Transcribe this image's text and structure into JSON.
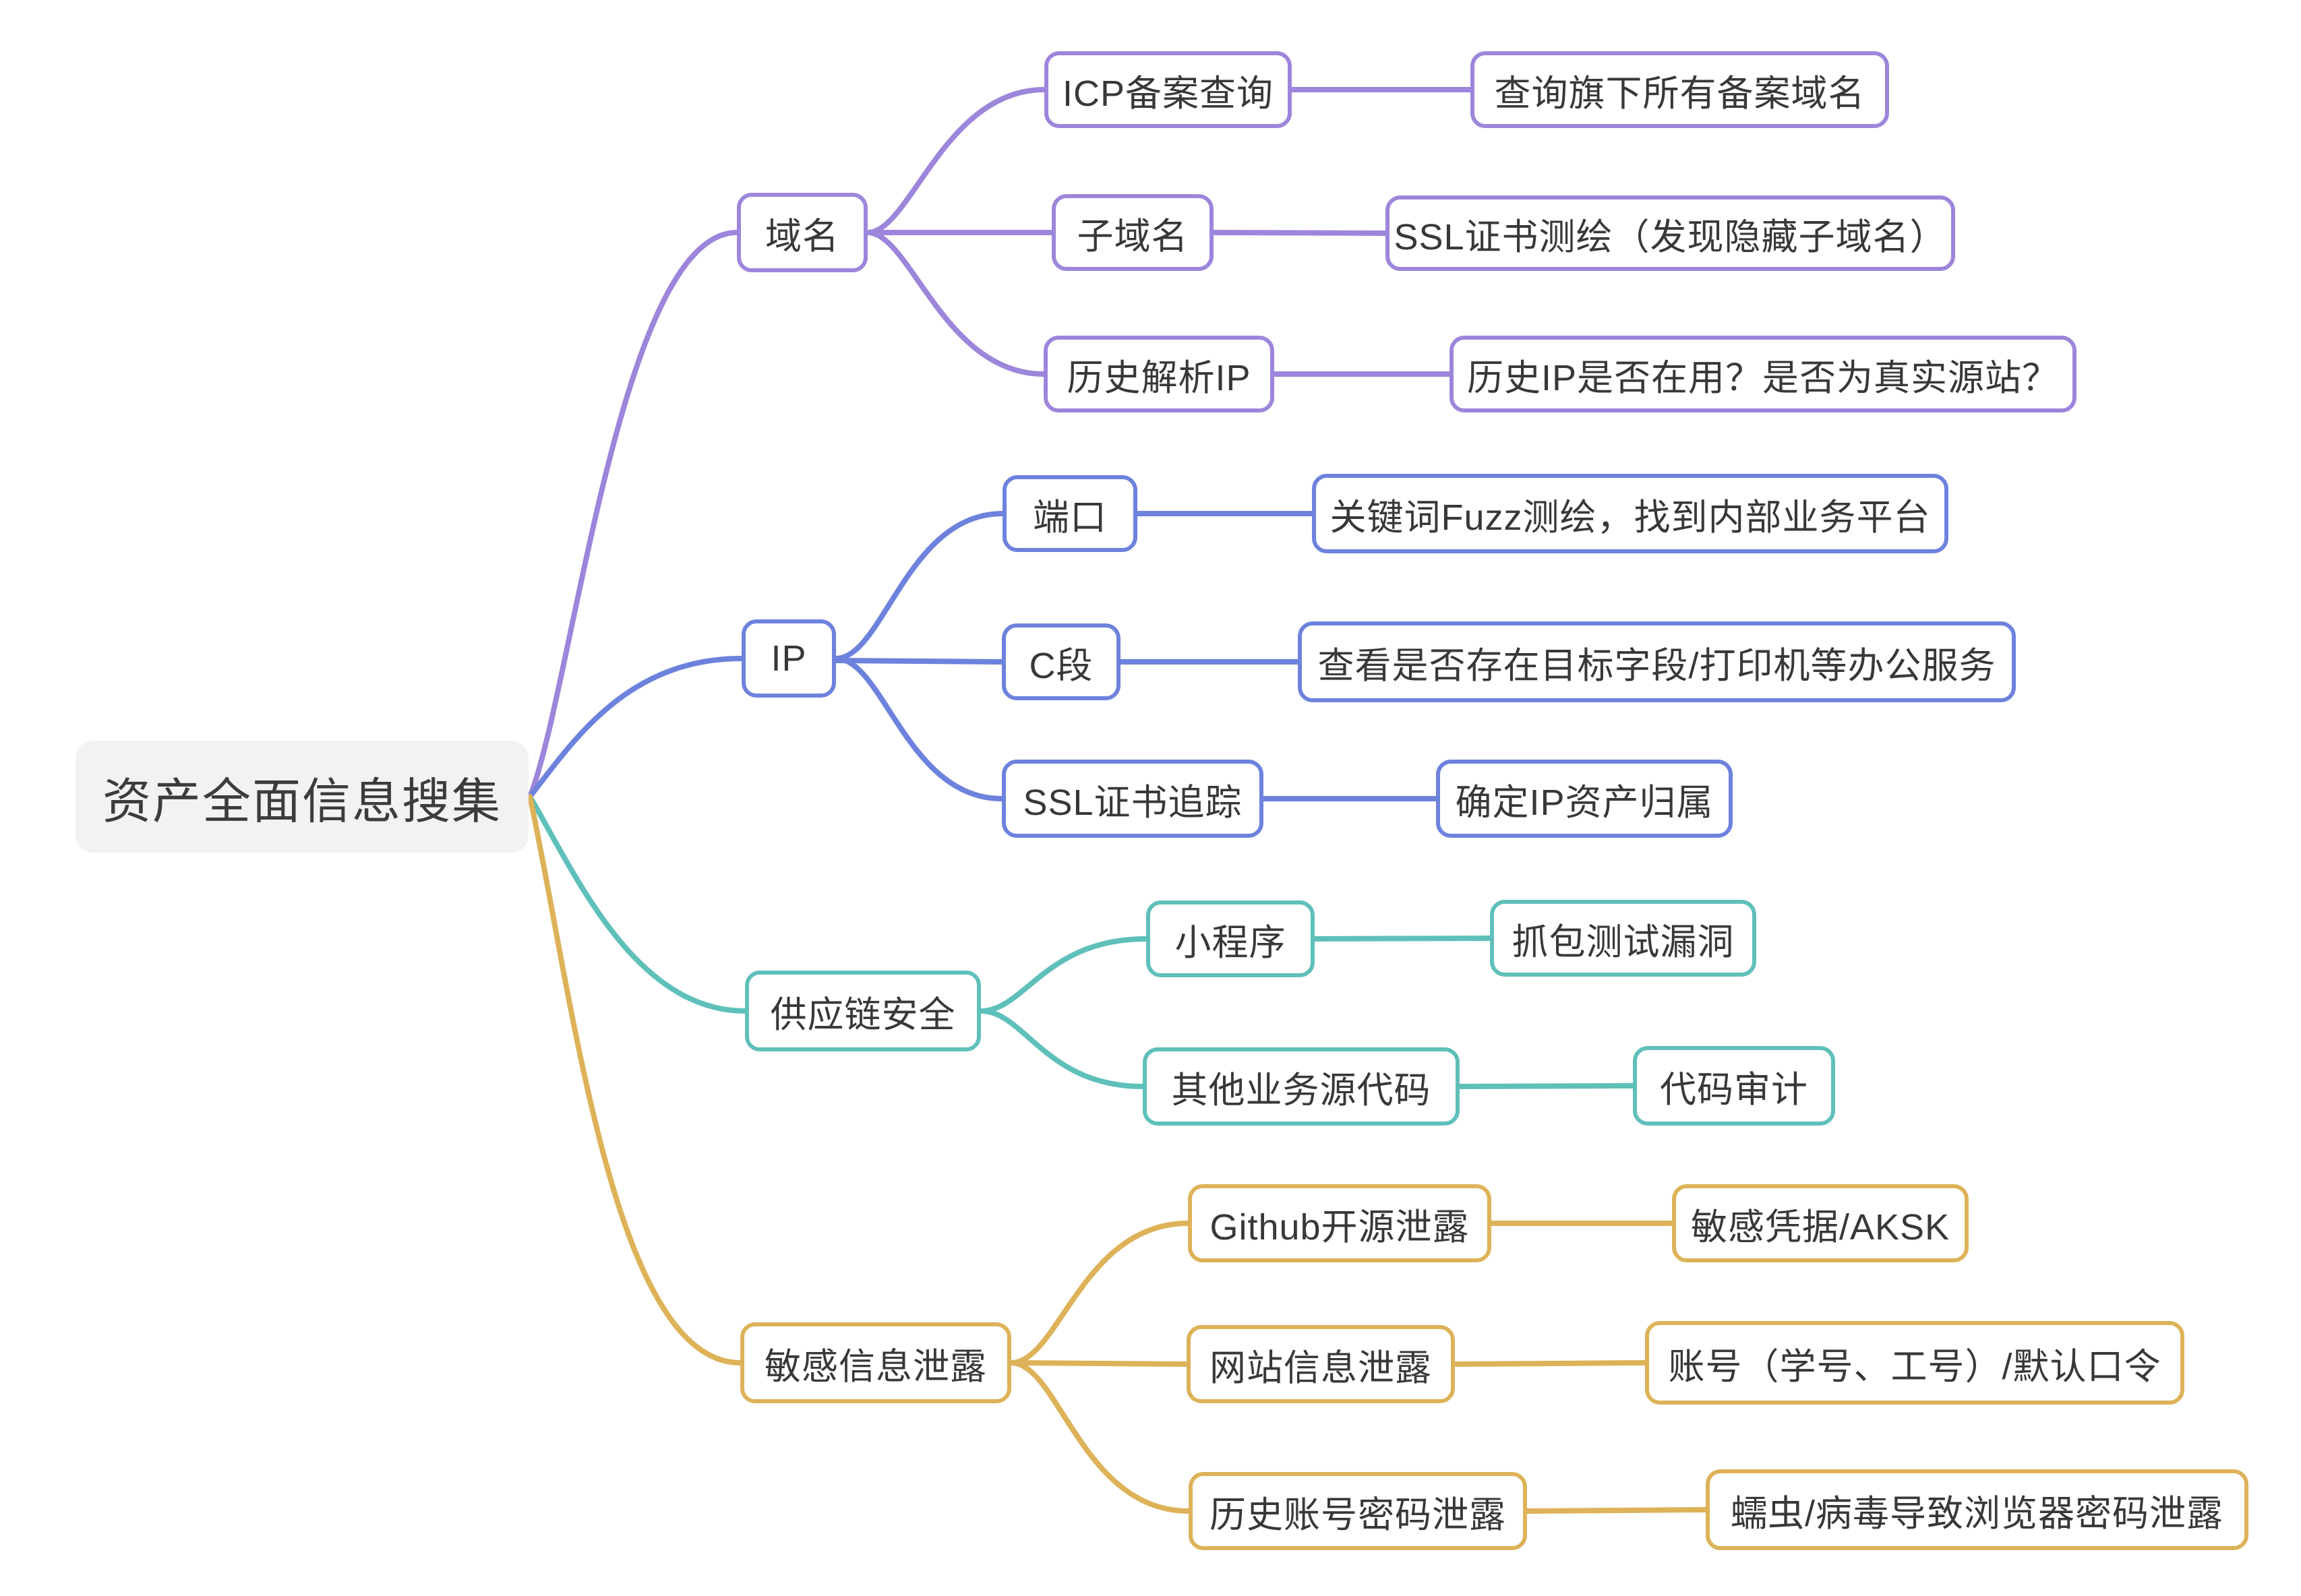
{
  "root": {
    "label": "资产全面信息搜集",
    "background": "#f2f2f2",
    "text_color": "#3c3c3c"
  },
  "branches": [
    {
      "label": "域名",
      "color": "#9d85db",
      "children": [
        {
          "label": "ICP备案查询",
          "leaf": "查询旗下所有备案域名"
        },
        {
          "label": "子域名",
          "leaf": "SSL证书测绘（发现隐藏子域名）"
        },
        {
          "label": "历史解析IP",
          "leaf": "历史IP是否在用？是否为真实源站？"
        }
      ]
    },
    {
      "label": "IP",
      "color": "#6d82dd",
      "children": [
        {
          "label": "端口",
          "leaf": "关键词Fuzz测绘，找到内部业务平台"
        },
        {
          "label": "C段",
          "leaf": "查看是否存在目标字段/打印机等办公服务"
        },
        {
          "label": "SSL证书追踪",
          "leaf": "确定IP资产归属"
        }
      ]
    },
    {
      "label": "供应链安全",
      "color": "#5fc0ba",
      "children": [
        {
          "label": "小程序",
          "leaf": "抓包测试漏洞"
        },
        {
          "label": "其他业务源代码",
          "leaf": "代码审计"
        }
      ]
    },
    {
      "label": "敏感信息泄露",
      "color": "#ddb258",
      "children": [
        {
          "label": "Github开源泄露",
          "leaf": "敏感凭据/AKSK"
        },
        {
          "label": "网站信息泄露",
          "leaf": "账号（学号、工号）/默认口令"
        },
        {
          "label": "历史账号密码泄露",
          "leaf": "蠕虫/病毒导致浏览器密码泄露"
        }
      ]
    }
  ]
}
